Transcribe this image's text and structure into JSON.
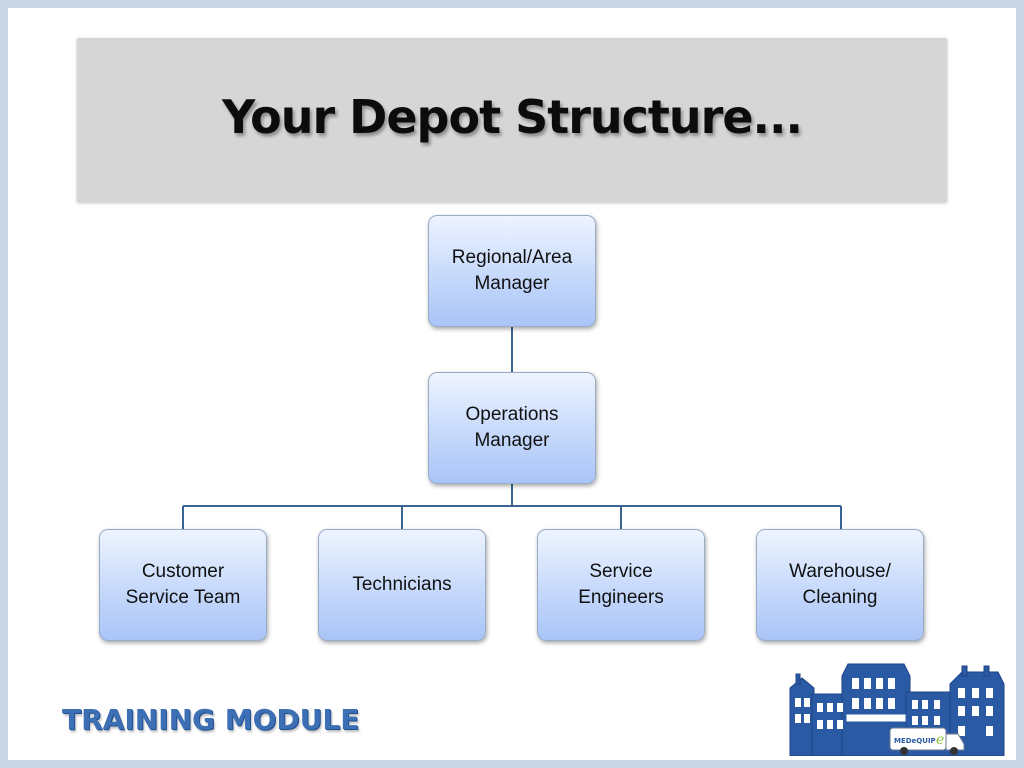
{
  "slide": {
    "title": "Your Depot Structure...",
    "footer_label": "TRAINING MODULE",
    "logo_text": "MEDeQUIP"
  },
  "org_chart": {
    "nodes": [
      {
        "id": "regional",
        "label": "Regional/Area\nManager",
        "parent": null
      },
      {
        "id": "operations",
        "label": "Operations\nManager",
        "parent": "regional"
      },
      {
        "id": "customer_service",
        "label": "Customer\nService Team",
        "parent": "operations"
      },
      {
        "id": "technicians",
        "label": "Technicians",
        "parent": "operations"
      },
      {
        "id": "service_engineers",
        "label": "Service\nEngineers",
        "parent": "operations"
      },
      {
        "id": "warehouse",
        "label": "Warehouse/\nCleaning",
        "parent": "operations"
      }
    ]
  },
  "colors": {
    "node_fill_top": "#eef4ff",
    "node_fill_bottom": "#a9c4f7",
    "connector": "#3a6592",
    "title_band": "#d6d6d6",
    "footer_text": "#3d6fb5",
    "logo_blue": "#2b5aa5"
  },
  "icons": [
    "depot-buildings-icon",
    "delivery-van-icon"
  ]
}
